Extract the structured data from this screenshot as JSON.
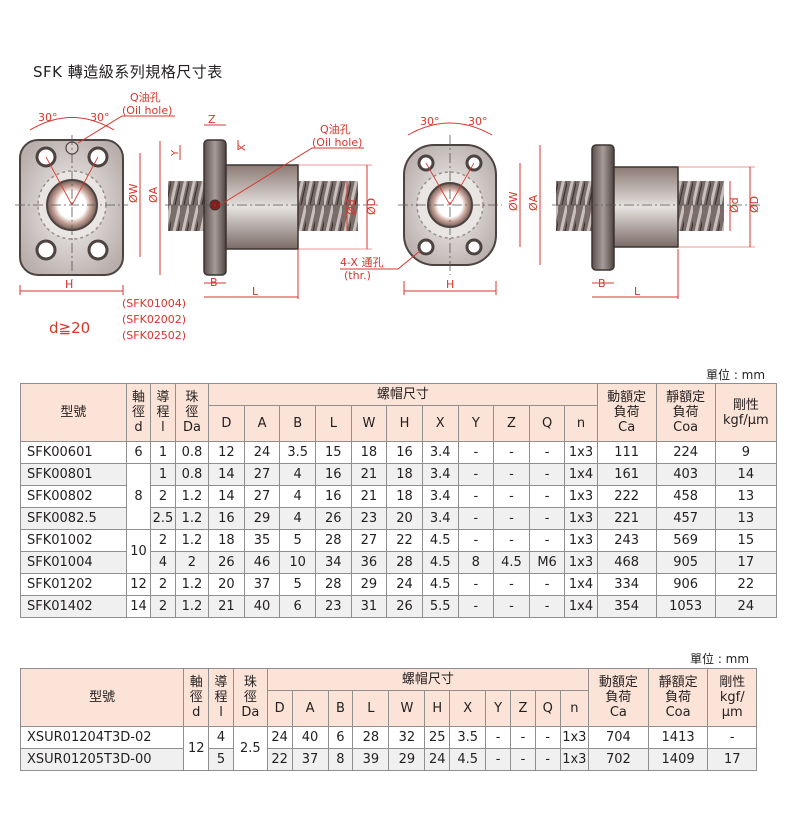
{
  "title": "SFK 轉造級系列規格尺寸表",
  "drawing": {
    "angle_30": "30°",
    "oil_hole_cn": "Q油孔",
    "oil_hole_en": "(Oil hole)",
    "thru_hole_cn": "4-X 通孔",
    "thru_hole_en": "(thr.)",
    "lbl_Z": "Z",
    "lbl_Y": "Y",
    "lbl_X": "X",
    "lbl_W": "ØW",
    "lbl_A": "ØA",
    "lbl_d": "Ød",
    "lbl_D": "ØD",
    "lbl_H": "H",
    "lbl_B": "B",
    "lbl_L": "L",
    "models_note": [
      "(SFK01004)",
      "(SFK02002)",
      "(SFK02502)"
    ],
    "d_note": "d≧20"
  },
  "unit1": "單位 : mm",
  "unit2": "單位 : mm",
  "table1": {
    "h_model": "型號",
    "h_shaft": [
      "軸",
      "徑",
      "d"
    ],
    "h_lead": [
      "導",
      "程",
      "l"
    ],
    "h_ball": [
      "珠",
      "徑",
      "Da"
    ],
    "h_nut": "螺帽尺寸",
    "h_cols": [
      "D",
      "A",
      "B",
      "L",
      "W",
      "H",
      "X",
      "Y",
      "Z",
      "Q",
      "n"
    ],
    "h_dyn": [
      "動額定",
      "負荷",
      "Ca"
    ],
    "h_sta": [
      "靜額定",
      "負荷",
      "Coa"
    ],
    "h_rig": [
      "剛性",
      "kgf/μm"
    ],
    "rows": [
      {
        "model": "SFK00601",
        "d": "6",
        "l": "1",
        "Da": "0.8",
        "D": "12",
        "A": "24",
        "B": "3.5",
        "L": "15",
        "W": "18",
        "H": "16",
        "X": "3.4",
        "Y": "-",
        "Z": "-",
        "Q": "-",
        "n": "1x3",
        "Ca": "111",
        "Coa": "224",
        "rig": "9"
      },
      {
        "model": "SFK00801",
        "d": "",
        "l": "1",
        "Da": "0.8",
        "D": "14",
        "A": "27",
        "B": "4",
        "L": "16",
        "W": "21",
        "H": "18",
        "X": "3.4",
        "Y": "-",
        "Z": "-",
        "Q": "-",
        "n": "1x4",
        "Ca": "161",
        "Coa": "403",
        "rig": "14"
      },
      {
        "model": "SFK00802",
        "d": "8",
        "l": "2",
        "Da": "1.2",
        "D": "14",
        "A": "27",
        "B": "4",
        "L": "16",
        "W": "21",
        "H": "18",
        "X": "3.4",
        "Y": "-",
        "Z": "-",
        "Q": "-",
        "n": "1x3",
        "Ca": "222",
        "Coa": "458",
        "rig": "13"
      },
      {
        "model": "SFK0082.5",
        "d": "",
        "l": "2.5",
        "Da": "1.2",
        "D": "16",
        "A": "29",
        "B": "4",
        "L": "26",
        "W": "23",
        "H": "20",
        "X": "3.4",
        "Y": "-",
        "Z": "-",
        "Q": "-",
        "n": "1x3",
        "Ca": "221",
        "Coa": "457",
        "rig": "13"
      },
      {
        "model": "SFK01002",
        "d": "10",
        "l": "2",
        "Da": "1.2",
        "D": "18",
        "A": "35",
        "B": "5",
        "L": "28",
        "W": "27",
        "H": "22",
        "X": "4.5",
        "Y": "-",
        "Z": "-",
        "Q": "-",
        "n": "1x3",
        "Ca": "243",
        "Coa": "569",
        "rig": "15"
      },
      {
        "model": "SFK01004",
        "d": "",
        "l": "4",
        "Da": "2",
        "D": "26",
        "A": "46",
        "B": "10",
        "L": "34",
        "W": "36",
        "H": "28",
        "X": "4.5",
        "Y": "8",
        "Z": "4.5",
        "Q": "M6",
        "n": "1x3",
        "Ca": "468",
        "Coa": "905",
        "rig": "17"
      },
      {
        "model": "SFK01202",
        "d": "12",
        "l": "2",
        "Da": "1.2",
        "D": "20",
        "A": "37",
        "B": "5",
        "L": "28",
        "W": "29",
        "H": "24",
        "X": "4.5",
        "Y": "-",
        "Z": "-",
        "Q": "-",
        "n": "1x4",
        "Ca": "334",
        "Coa": "906",
        "rig": "22"
      },
      {
        "model": "SFK01402",
        "d": "14",
        "l": "2",
        "Da": "1.2",
        "D": "21",
        "A": "40",
        "B": "6",
        "L": "23",
        "W": "31",
        "H": "26",
        "X": "5.5",
        "Y": "-",
        "Z": "-",
        "Q": "-",
        "n": "1x4",
        "Ca": "354",
        "Coa": "1053",
        "rig": "24"
      }
    ]
  },
  "table2": {
    "h_model": "型號",
    "h_shaft": [
      "軸",
      "徑",
      "d"
    ],
    "h_lead": [
      "導",
      "程",
      "l"
    ],
    "h_ball": [
      "珠",
      "徑",
      "Da"
    ],
    "h_nut": "螺帽尺寸",
    "h_cols": [
      "D",
      "A",
      "B",
      "L",
      "W",
      "H",
      "X",
      "Y",
      "Z",
      "Q",
      "n"
    ],
    "h_dyn": [
      "動額定",
      "負荷",
      "Ca"
    ],
    "h_sta": [
      "靜額定",
      "負荷",
      "Coa"
    ],
    "h_rig": [
      "剛性",
      "kgf/",
      "μm"
    ],
    "shared_d": "12",
    "shared_Da": "2.5",
    "rows": [
      {
        "model": "XSUR01204T3D-02",
        "l": "4",
        "D": "24",
        "A": "40",
        "B": "6",
        "L": "28",
        "W": "32",
        "H": "25",
        "X": "3.5",
        "Y": "-",
        "Z": "-",
        "Q": "-",
        "n": "1x3",
        "Ca": "704",
        "Coa": "1413",
        "rig": "-"
      },
      {
        "model": "XSUR01205T3D-00",
        "l": "5",
        "D": "22",
        "A": "37",
        "B": "8",
        "L": "39",
        "W": "29",
        "H": "24",
        "X": "4.5",
        "Y": "-",
        "Z": "-",
        "Q": "-",
        "n": "1x3",
        "Ca": "702",
        "Coa": "1409",
        "rig": "17"
      }
    ]
  }
}
